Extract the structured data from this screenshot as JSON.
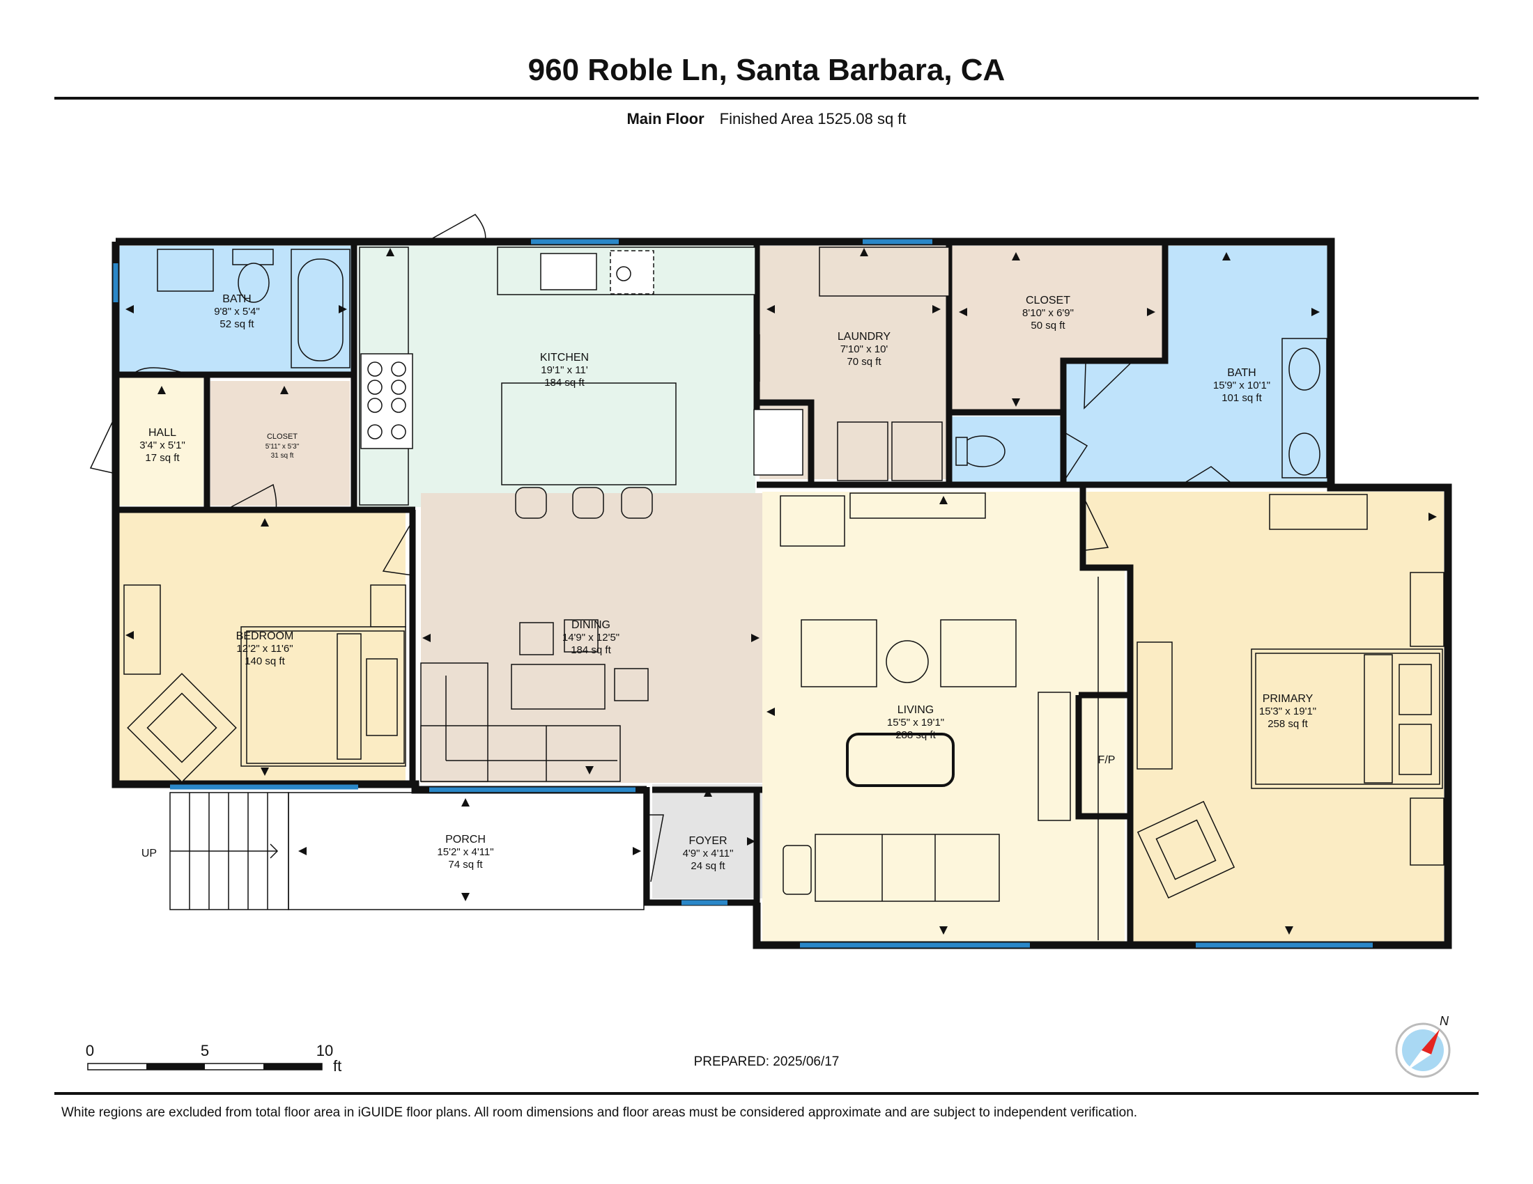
{
  "title": "960 Roble Ln, Santa Barbara, CA",
  "floor": {
    "name": "Main Floor",
    "finished_area": "Finished Area 1525.08 sq ft"
  },
  "rooms": {
    "bath1": {
      "name": "BATH",
      "dims": "9'8\" x 5'4\"",
      "area": "52 sq ft"
    },
    "hall": {
      "name": "HALL",
      "dims": "3'4\" x 5'1\"",
      "area": "17 sq ft"
    },
    "closet1": {
      "name": "CLOSET",
      "dims": "5'11\" x 5'3\"",
      "area": "31 sq ft"
    },
    "kitchen": {
      "name": "KITCHEN",
      "dims": "19'1\" x 11'",
      "area": "184 sq ft"
    },
    "laundry": {
      "name": "LAUNDRY",
      "dims": "7'10\" x 10'",
      "area": "70 sq ft"
    },
    "closet2": {
      "name": "CLOSET",
      "dims": "8'10\" x 6'9\"",
      "area": "50 sq ft"
    },
    "bath2": {
      "name": "BATH",
      "dims": "15'9\" x 10'1\"",
      "area": "101 sq ft"
    },
    "bedroom": {
      "name": "BEDROOM",
      "dims": "12'2\" x 11'6\"",
      "area": "140 sq ft"
    },
    "dining": {
      "name": "DINING",
      "dims": "14'9\" x 12'5\"",
      "area": "184 sq ft"
    },
    "living": {
      "name": "LIVING",
      "dims": "15'5\" x 19'1\"",
      "area": "288 sq ft"
    },
    "primary": {
      "name": "PRIMARY",
      "dims": "15'3\" x 19'1\"",
      "area": "258 sq ft"
    },
    "porch": {
      "name": "PORCH",
      "dims": "15'2\" x 4'11\"",
      "area": "74 sq ft"
    },
    "foyer": {
      "name": "FOYER",
      "dims": "4'9\" x 4'11\"",
      "area": "24 sq ft"
    }
  },
  "labels": {
    "fireplace": "F/P",
    "stairs": "UP"
  },
  "scale": {
    "ticks": [
      "0",
      "5",
      "10"
    ],
    "unit": "ft"
  },
  "compass": {
    "north": "N"
  },
  "prepared": "PREPARED: 2025/06/17",
  "disclaimer": "White regions are excluded from total floor area in iGUIDE floor plans. All room dimensions and floor areas must be considered approximate and are subject to independent verification.",
  "colors": {
    "bath": "#bfe3fb",
    "hall": "#fdf6dc",
    "closet": "#eee0d2",
    "kitchen": "#e6f4ec",
    "laundry": "#ece0d2",
    "bedroom": "#fbecc4",
    "dining": "#ebdfd2",
    "living": "#fdf6dc",
    "primary": "#fbecc4",
    "foyer": "#e4e4e4",
    "window": "#2a87c8",
    "wall": "#111111"
  }
}
